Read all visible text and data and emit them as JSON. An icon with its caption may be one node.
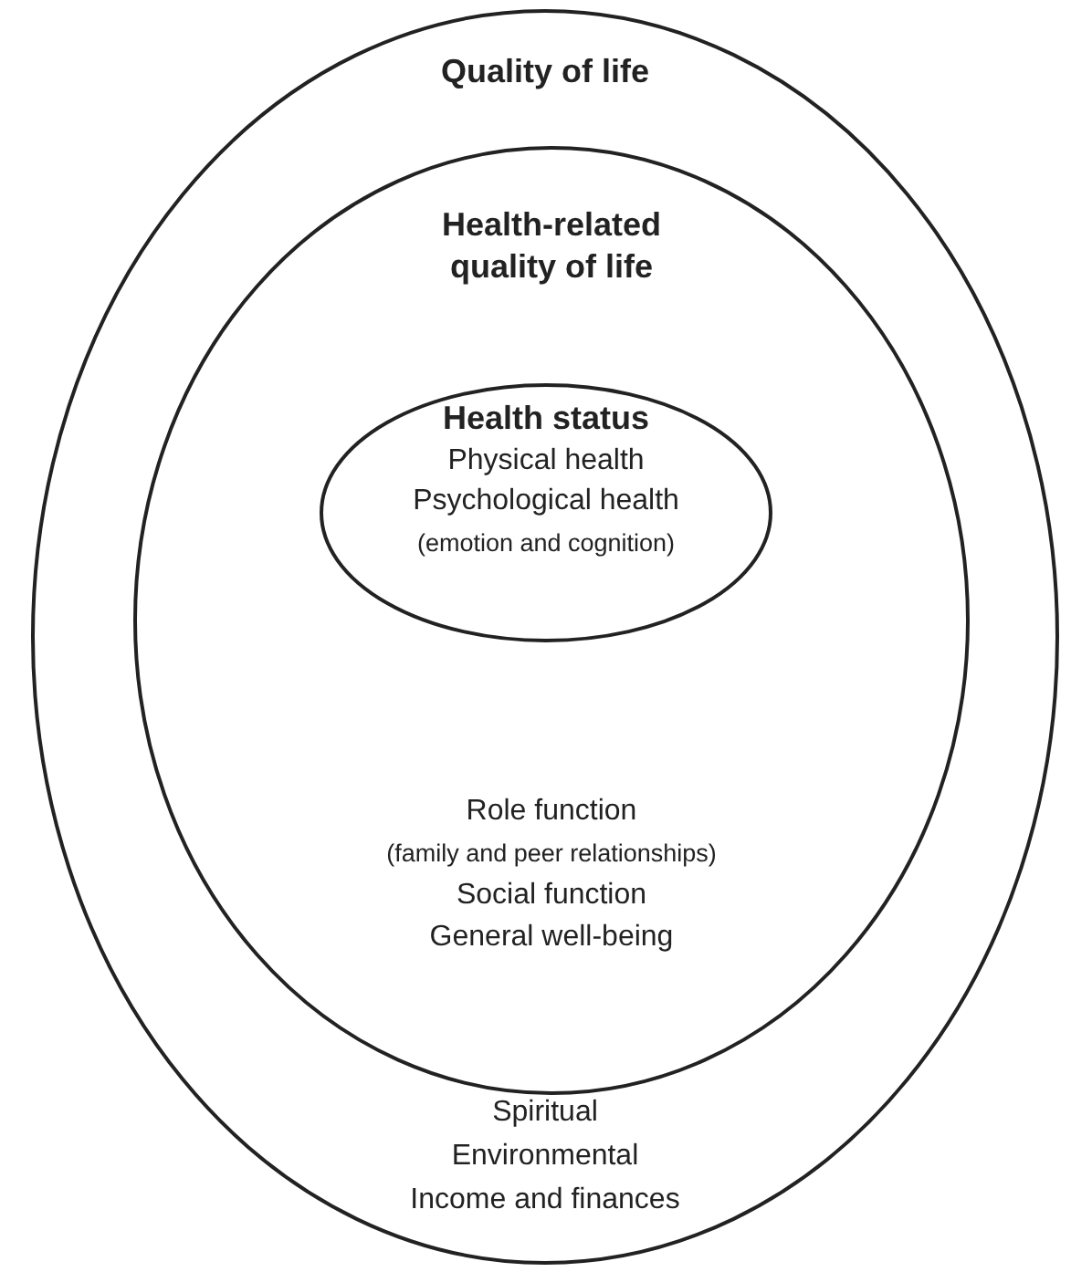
{
  "diagram": {
    "nodes": [
      {
        "text": [
          "Quality of life",
          "Spiritual",
          "Environmental",
          "Income and finances"
        ]
      },
      {
        "text": [
          "Health-related quality of life",
          "Role function",
          "(family and peer relationships)",
          "Social function",
          "General well-being"
        ],
        "in": 0
      },
      {
        "text": [
          "Health status",
          "Physical health",
          "Psychological health",
          "(emotion and cognition)"
        ],
        "in": 1
      }
    ]
  }
}
